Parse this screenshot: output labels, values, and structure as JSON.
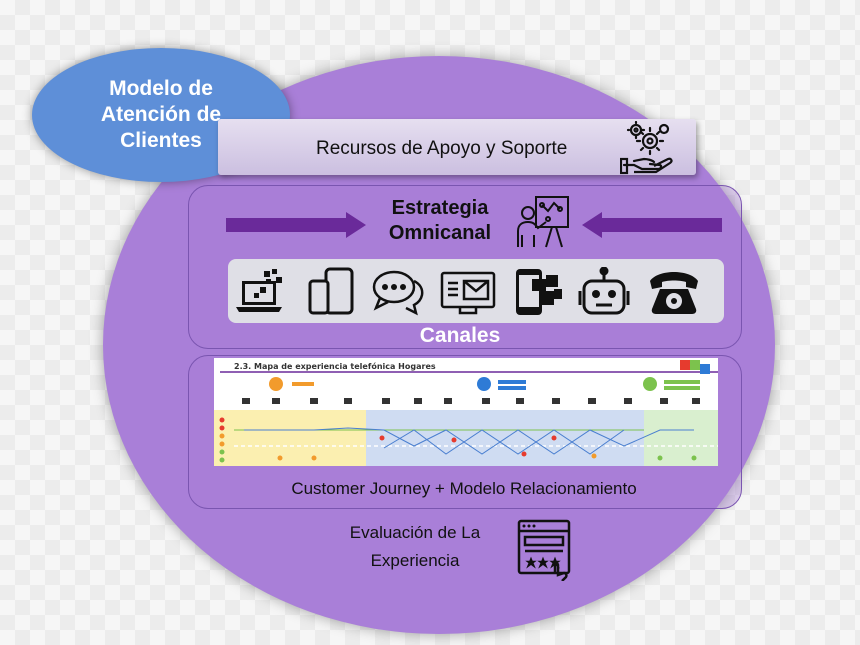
{
  "title": "Modelo de Atención de Clientes",
  "resources": {
    "label": "Recursos de Apoyo y Soporte",
    "icon": "gears-hand-icon"
  },
  "strategy": {
    "line1": "Estrategia",
    "line2": "Omnicanal",
    "icon": "presenter-board-icon"
  },
  "channels": {
    "label": "Canales",
    "icons": [
      "laptop-icon",
      "mobile-devices-icon",
      "chat-bubbles-icon",
      "email-icon",
      "smartphone-apps-icon",
      "robot-icon",
      "telephone-icon"
    ]
  },
  "journey": {
    "header": "2.3. Mapa de experiencia telefónica Hogares",
    "caption": "Customer Journey  + Modelo Relacionamiento"
  },
  "evaluation": {
    "line1": "Evaluación de La",
    "line2": "Experiencia",
    "icon": "rating-window-icon"
  },
  "colors": {
    "background_oval": "#a97fd8",
    "title_oval": "#5e8fd8",
    "arrows": "#6a2a9a",
    "journey_yellow": "#fbefb0",
    "journey_blue": "#cfdcf2",
    "journey_green": "#d9efcf"
  }
}
